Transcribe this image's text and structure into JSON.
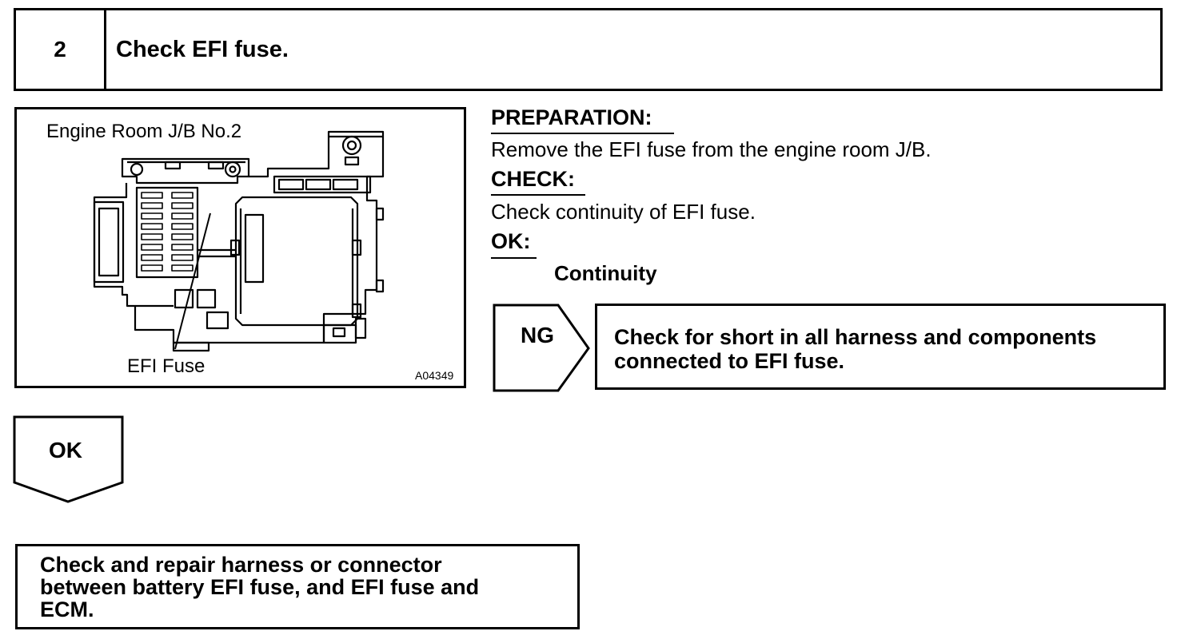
{
  "step": {
    "number": "2",
    "title": "Check EFI fuse."
  },
  "figure": {
    "component_label": "Engine Room J/B No.2",
    "fuse_label": "EFI Fuse",
    "figure_code": "A04349"
  },
  "inspection": {
    "preparation_heading": "PREPARATION:",
    "preparation_text": "Remove the EFI fuse from the engine room J/B.",
    "check_heading": "CHECK:",
    "check_text": "Check continuity of EFI fuse.",
    "ok_heading": "OK:",
    "ok_text": "Continuity"
  },
  "ng_branch": {
    "label": "NG",
    "action_line1": "Check for short in all harness and components",
    "action_line2": "connected to EFI fuse."
  },
  "ok_branch": {
    "label": "OK"
  },
  "next_action": {
    "line1": "Check and repair harness or connector",
    "line2": "between battery EFI fuse, and EFI fuse and",
    "line3": "ECM."
  }
}
